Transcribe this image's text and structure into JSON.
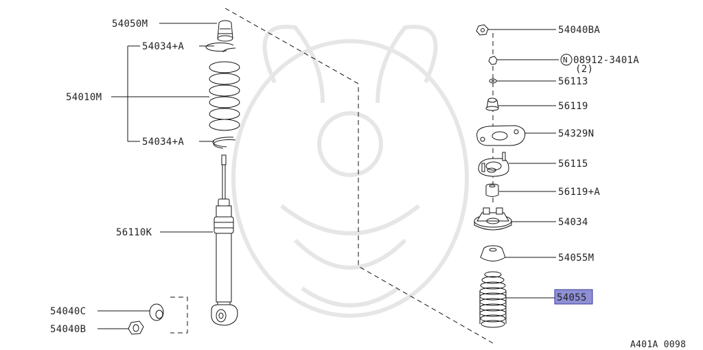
{
  "diagram": {
    "labels": {
      "l54050M": "54050M",
      "l54034A_top": "54034+A",
      "l54010M": "54010M",
      "l54034A_bot": "54034+A",
      "l56110K": "56110K",
      "l54040C": "54040C",
      "l54040B": "54040B",
      "l54040BA": "54040BA",
      "l08912": "08912-3401A",
      "l08912_qty": "(2)",
      "l08912_prefix": "N",
      "l56113": "56113",
      "l56119": "56119",
      "l54329N": "54329N",
      "l56115": "56115",
      "l56119A": "56119+A",
      "l54034": "54034",
      "l54055M": "54055M",
      "l54055": "54055"
    },
    "highlighted_part": "54055",
    "figure_code": "A401A 0098",
    "highlight_color": "#8f8fd6"
  }
}
